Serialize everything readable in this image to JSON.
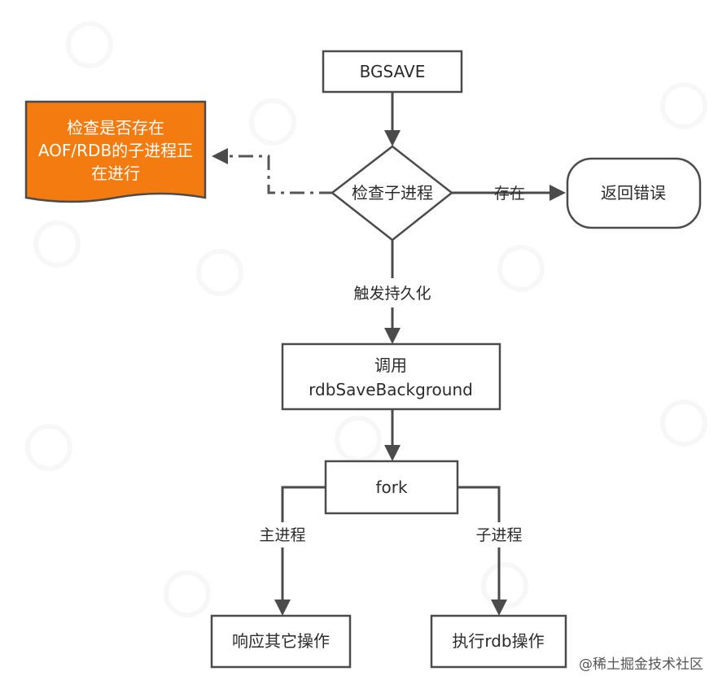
{
  "nodes": {
    "bgsave": "BGSAVE",
    "check": "检查子进程",
    "note_lines": [
      "检查是否存在",
      "AOF/RDB的子进程正",
      "在进行"
    ],
    "return_error": "返回错误",
    "call_line1": "调用",
    "call_line2": "rdbSaveBackground",
    "fork": "fork",
    "main_action": "响应其它操作",
    "child_action": "执行rdb操作"
  },
  "edges": {
    "exists": "存在",
    "trigger": "触发持久化",
    "main_process": "主进程",
    "child_process": "子进程"
  },
  "watermark": {
    "credit": "@稀土掘金技术社区"
  },
  "colors": {
    "note_fill": "#f47b0f",
    "stroke": "#4b4b4b",
    "background": "#ffffff"
  }
}
